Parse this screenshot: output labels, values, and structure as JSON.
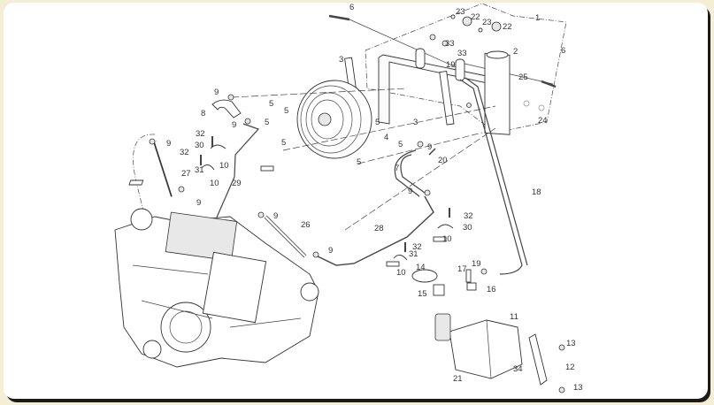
{
  "diagram": {
    "title_hidden": null,
    "callouts": [
      "6",
      "23",
      "22",
      "23",
      "22",
      "1",
      "33",
      "33",
      "6",
      "2",
      "3",
      "19",
      "25",
      "9",
      "5",
      "5",
      "8",
      "24",
      "9",
      "5",
      "5",
      "3",
      "32",
      "4",
      "5",
      "9",
      "30",
      "9",
      "32",
      "20",
      "5",
      "5",
      "31",
      "27",
      "10",
      "10",
      "29",
      "9",
      "7",
      "18",
      "9",
      "9",
      "26",
      "32",
      "28",
      "30",
      "10",
      "9",
      "32",
      "31",
      "10",
      "14",
      "17",
      "19",
      "16",
      "15",
      "11",
      "13",
      "12",
      "34",
      "21",
      "13"
    ]
  }
}
